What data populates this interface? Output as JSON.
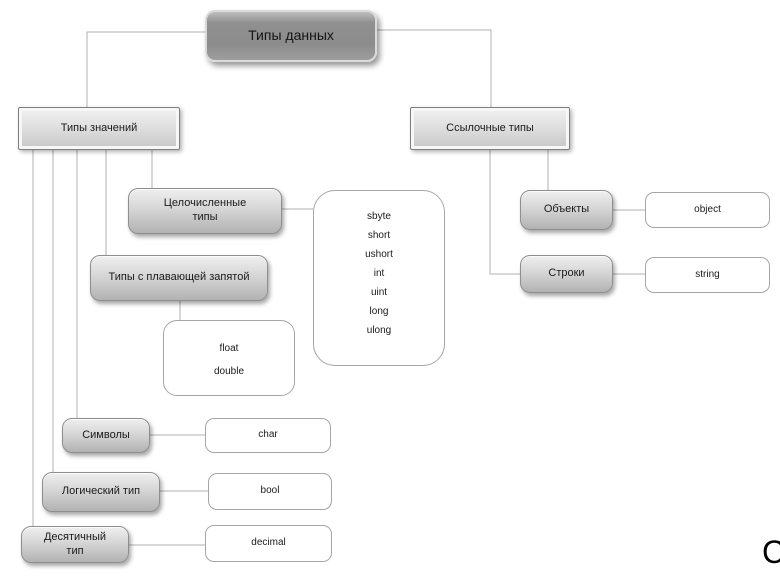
{
  "diagram": {
    "title": "Типы данных",
    "corner_fragment": "C",
    "value_branch": {
      "label": "Типы значений",
      "children": [
        {
          "label": "Целочисленные типы",
          "members": [
            "sbyte",
            "short",
            "ushort",
            "int",
            "uint",
            "long",
            "ulong"
          ]
        },
        {
          "label": "Типы с плавающей запятой",
          "members": [
            "float",
            "double"
          ]
        },
        {
          "label": "Символы",
          "members": [
            "char"
          ]
        },
        {
          "label": "Логический тип",
          "members": [
            "bool"
          ]
        },
        {
          "label": "Десятичный тип",
          "members": [
            "decimal"
          ]
        }
      ]
    },
    "reference_branch": {
      "label": "Ссылочные типы",
      "children": [
        {
          "label": "Объекты",
          "members": [
            "object"
          ]
        },
        {
          "label": "Строки",
          "members": [
            "string"
          ]
        }
      ]
    },
    "colors": {
      "background": "#ffffff",
      "root_fill": "#8f8f8f",
      "category_fill_top": "#efefef",
      "category_fill_bottom": "#b2b2b2",
      "leaf_fill": "#ffffff",
      "connector": "#b0b0b0",
      "text": "#1a1a1a"
    }
  }
}
